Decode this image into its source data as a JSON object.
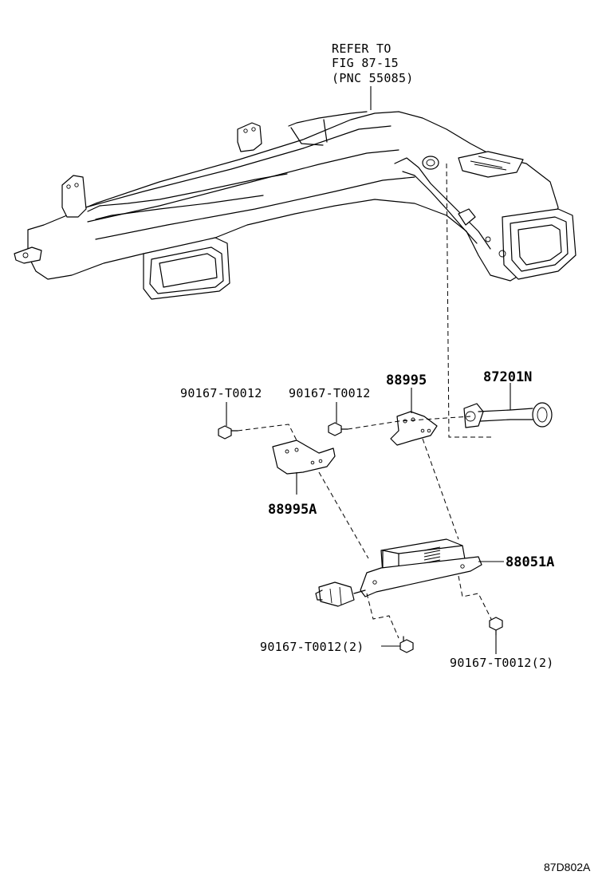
{
  "reference_note": {
    "line1": "REFER TO",
    "line2": "FIG 87-15",
    "line3": "(PNC 55085)"
  },
  "callouts": {
    "bolt_left": "90167-T0012",
    "bolt_mid": "90167-T0012",
    "bracket_right": "88995",
    "bracket_left": "88995A",
    "sensor": "87201N",
    "module": "88051A",
    "bolt_bottom_left": "90167-T0012(2)",
    "bolt_bottom_right": "90167-T0012(2)"
  },
  "figure_code": "87D802A"
}
